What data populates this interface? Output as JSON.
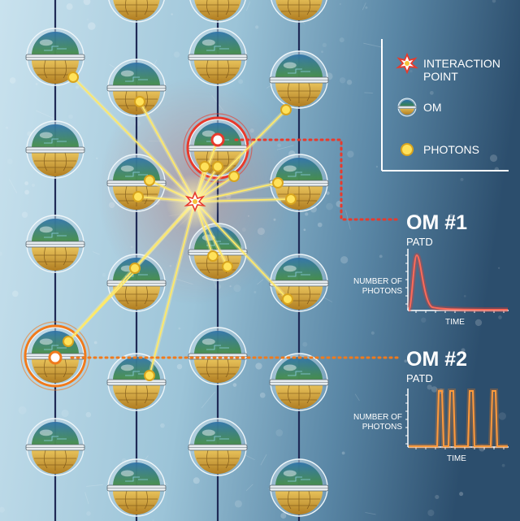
{
  "legend": {
    "interaction_label_line1": "INTERACTION",
    "interaction_label_line2": "POINT",
    "om_label": "OM",
    "photons_label": "PHOTONS"
  },
  "om1": {
    "title": "OM #1",
    "subtitle": "PATD",
    "ylabel_line1": "NUMBER OF",
    "ylabel_line2": "PHOTONS",
    "xlabel": "TIME",
    "color": "#e83a2c"
  },
  "om2": {
    "title": "OM #2",
    "subtitle": "PATD",
    "ylabel_line1": "NUMBER OF",
    "ylabel_line2": "PHOTONS",
    "xlabel": "TIME",
    "color": "#f07a1c"
  },
  "colors": {
    "ice_light": "#b9d7e6",
    "ice_dark": "#2b4e6c",
    "string": "#1f2a55",
    "photon": "#ffe25a",
    "hit_om1": "#e83a2c",
    "hit_om2": "#f07a1c"
  }
}
